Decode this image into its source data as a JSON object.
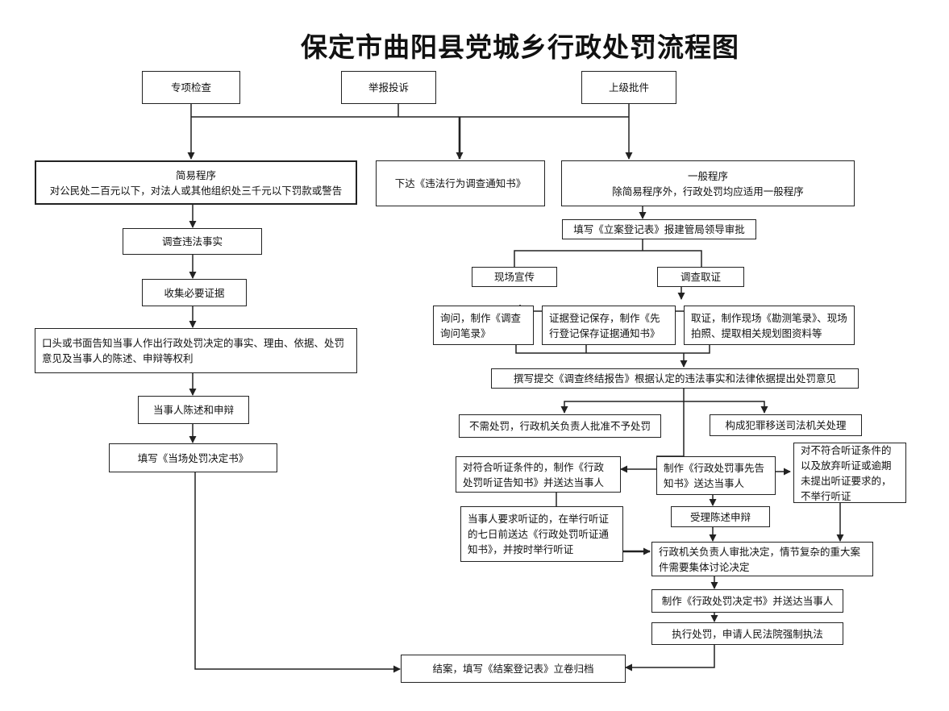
{
  "title": "保定市曲阳县党城乡行政处罚流程图",
  "sources": [
    "专项检查",
    "举报投诉",
    "上级批件"
  ],
  "simple": {
    "heading": "简易程序",
    "desc": "对公民处二百元以下，对法人或其他组织处三千元以下罚款或警告",
    "steps": [
      "调查违法事实",
      "收集必要证据",
      "口头或书面告知当事人作出行政处罚决定的事实、理由、依据、处罚意见及当事人的陈述、申辩等权利",
      "当事人陈述和申辩",
      "填写《当场处罚决定书》"
    ]
  },
  "notice": "下达《违法行为调查通知书》",
  "general": {
    "heading": "一般程序",
    "desc": "除简易程序外，行政处罚均应适用一般程序",
    "register": "填写《立案登记表》报建管局领导审批",
    "publicity": "现场宣传",
    "investigate": "调查取证",
    "evidence": [
      "询问，制作《调查询问笔录》",
      "证据登记保存，制作《先行登记保存证据通知书》",
      "取证，制作现场《勘测笔录》、现场拍照、提取相关规划图资料等"
    ],
    "report": "撰写提交《调查终结报告》根据认定的违法事实和法律依据提出处罚意见",
    "no_penalty": "不需处罚，行政机关负责人批准不予处罚",
    "crime": "构成犯罪移送司法机关处理",
    "hearing_notice": "对符合听证条件的，制作《行政处罚听证告知书》并送达当事人",
    "prior_notice": "制作《行政处罚事先告知书》送达当事人",
    "no_hearing": "对不符合听证条件的以及放弃听证或逾期未提出听证要求的，不举行听证",
    "hearing_request": "当事人要求听证的，在举行听证的七日前送达《行政处罚听证通知书》，并按时举行听证",
    "accept_statement": "受理陈述申辩",
    "approval": "行政机关负责人审批决定，情节复杂的重大案件需要集体讨论决定",
    "decision": "制作《行政处罚决定书》并送达当事人",
    "enforce": "执行处罚，申请人民法院强制执法"
  },
  "close": "结案，填写《结案登记表》立卷归档"
}
